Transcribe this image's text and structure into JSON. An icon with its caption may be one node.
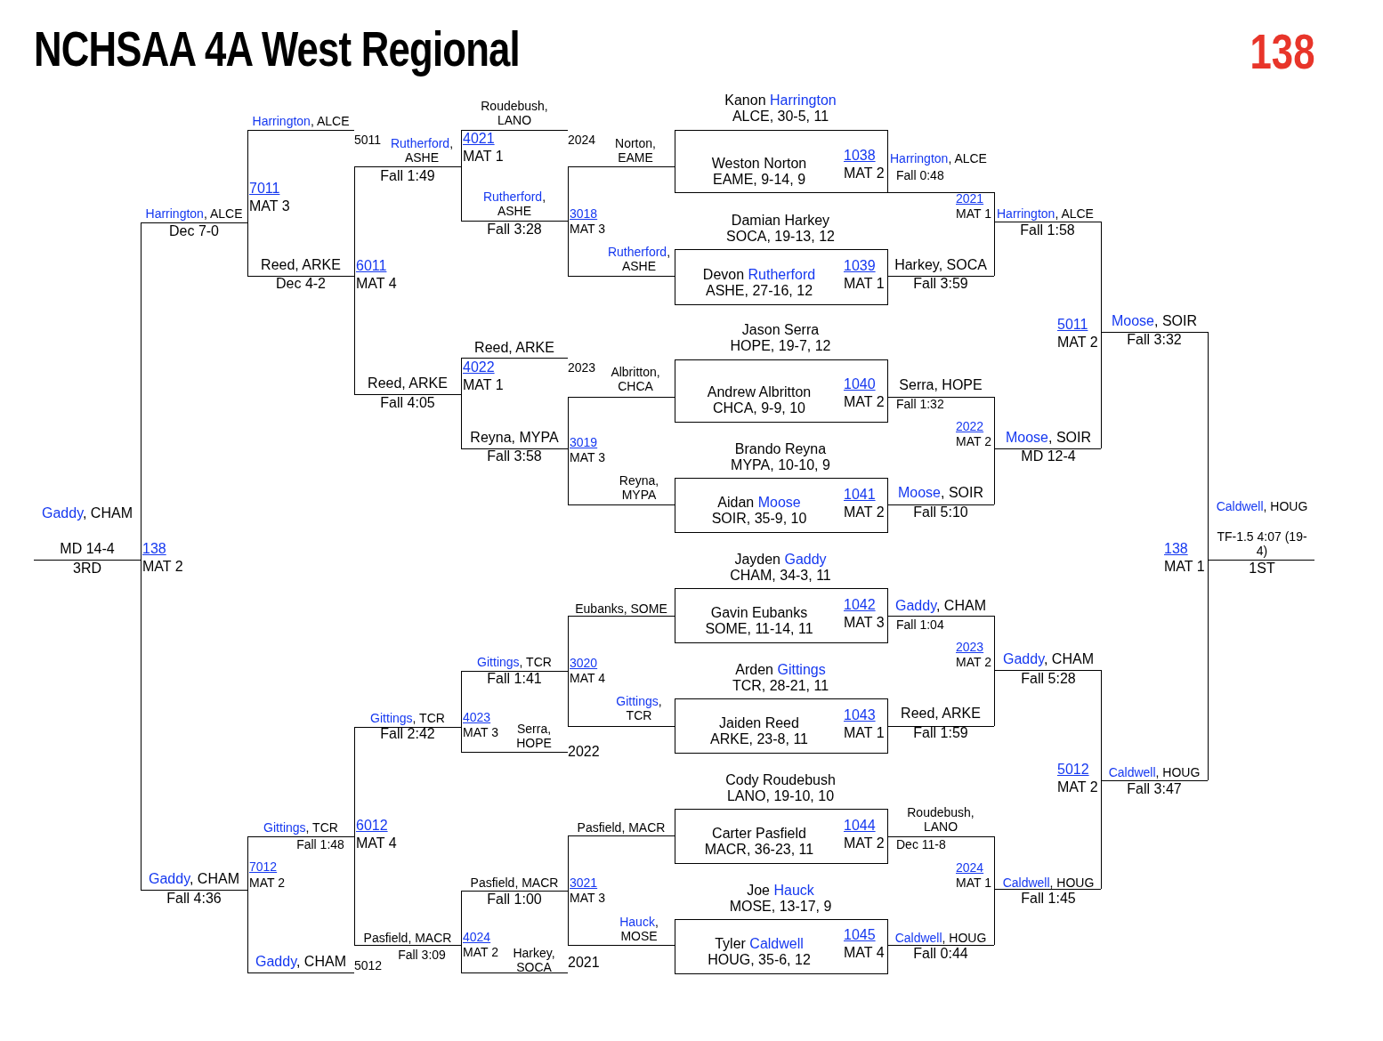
{
  "diagram": {
    "title": "NCHSAA 4A West Regional",
    "labels": [
      "138",
      "Harrington, ALCE",
      "5011",
      "Rutherford, ASHE",
      "Fall 1:49",
      "Roudebush, LANO",
      "4021",
      "MAT 1",
      "2024",
      "Norton, EAME",
      "Kanon Harrington ALCE, 30-5, 11",
      "Weston Norton EAME, 9-14, 9",
      "1038",
      "MAT 2",
      "Harrington, ALCE",
      "Fall 0:48",
      "7011",
      "MAT 3",
      "Harrington, ALCE",
      "Dec 7-0",
      "Rutherford, ASHE",
      "Fall 3:28",
      "3018",
      "MAT 3",
      "2021",
      "MAT 1",
      "Harrington, ALCE",
      "Fall 1:58",
      "Damian Harkey SOCA, 19-13, 12",
      "Rutherford, ASHE",
      "Reed, ARKE",
      "Dec 4-2",
      "6011",
      "MAT 4",
      "Devon Rutherford ASHE, 27-16, 12",
      "1039",
      "MAT 1",
      "Harkey, SOCA",
      "Fall 3:59",
      "5011",
      "MAT 2",
      "Moose, SOIR",
      "Fall 3:32",
      "Jason Serra HOPE, 19-7, 12",
      "Reed, ARKE",
      "4022",
      "MAT 1",
      "2023",
      "Albritton, CHCA",
      "Reed, ARKE",
      "Fall 4:05",
      "Andrew Albritton CHCA, 9-9, 10",
      "1040",
      "MAT 2",
      "Serra, HOPE",
      "Fall 1:32",
      "2022",
      "MAT 2",
      "Moose, SOIR",
      "MD 12-4",
      "Reyna, MYPA",
      "Fall 3:58",
      "3019",
      "MAT 3",
      "Brando Reyna MYPA, 10-10, 9",
      "Reyna, MYPA",
      "Aidan Moose SOIR, 35-9, 10",
      "1041",
      "MAT 2",
      "Moose, SOIR",
      "Gaddy, CHAM",
      "Fall 5:10",
      "Caldwell, HOUG",
      "TF-1.5 4:07 (19-4)",
      "MD 14-4",
      "138",
      "138",
      "3RD",
      "MAT 2",
      "MAT 1",
      "1ST",
      "Jayden Gaddy CHAM, 34-3, 11",
      "Eubanks, SOME",
      "Gavin Eubanks SOME, 11-14, 11",
      "1042",
      "MAT 3",
      "Gaddy, CHAM",
      "Fall 1:04",
      "2023",
      "MAT 2",
      "Gittings, TCR",
      "3020",
      "Gaddy, CHAM",
      "Arden Gittings TCR, 28-21, 11",
      "Fall 1:41",
      "MAT 4",
      "Fall 5:28",
      "Gittings, TCR",
      "Gittings, TCR",
      "4023",
      "Serra, HOPE",
      "Jaiden Reed ARKE, 23-8, 11",
      "1043",
      "MAT 1",
      "Reed, ARKE",
      "Fall 2:42",
      "MAT 3",
      "Fall 1:59",
      "2022",
      "5012",
      "Caldwell, HOUG",
      "MAT 2",
      "Fall 3:47",
      "Cody Roudebush LANO, 19-10, 10",
      "Roudebush, LANO",
      "Gittings, TCR",
      "6012",
      "Pasfield, MACR",
      "Carter Pasfield MACR, 36-23, 11",
      "1044",
      "Fall 1:48",
      "MAT 4",
      "MAT 2",
      "Dec 11-8",
      "7012",
      "2024",
      "Gaddy, CHAM",
      "MAT 2",
      "Pasfield, MACR",
      "3021",
      "MAT 1",
      "Caldwell, HOUG",
      "Fall 4:36",
      "Fall 1:00",
      "MAT 3",
      "Joe Hauck MOSE, 13-17, 9",
      "Fall 1:45",
      "Hauck, MOSE",
      "Pasfield, MACR",
      "4024",
      "Caldwell, HOUG",
      "Tyler Caldwell HOUG, 35-6, 12",
      "1045",
      "Fall 3:09",
      "MAT 2",
      "Harkey, SOCA",
      "MAT 4",
      "Fall 0:44",
      "Gaddy, CHAM",
      "5012",
      "2021"
    ]
  }
}
